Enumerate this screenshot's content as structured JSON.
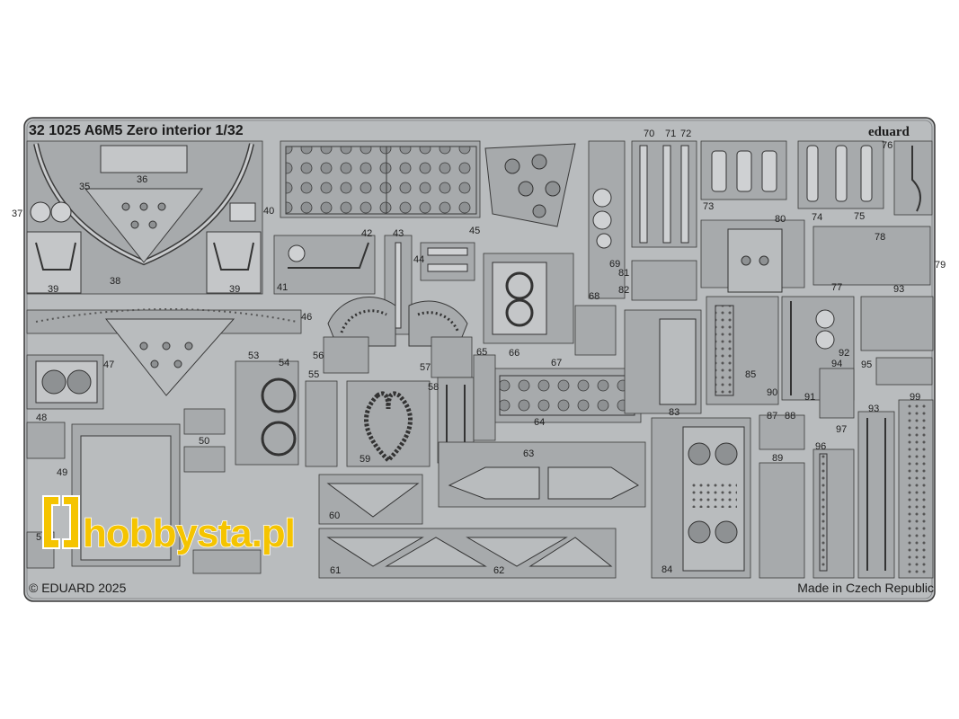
{
  "header": {
    "title": "32 1025 A6M5 Zero interior 1/32",
    "brand": "eduard"
  },
  "footer": {
    "copyright": "© EDUARD 2025",
    "origin": "Made in Czech Republic"
  },
  "watermark": {
    "text": "hobbysta.pl",
    "color": "#f5c400",
    "icon": "bracket-logo-icon"
  },
  "colors": {
    "fret": "#b9bcbe",
    "part": "#a7aaac",
    "outline": "#3a3a3a",
    "hole": "#8e9193"
  },
  "part_numbers": [
    "35",
    "36",
    "37",
    "38",
    "39",
    "39",
    "40",
    "41",
    "42",
    "43",
    "44",
    "45",
    "46",
    "47",
    "48",
    "49",
    "50",
    "51",
    "53",
    "54",
    "55",
    "56",
    "57",
    "58",
    "59",
    "60",
    "61",
    "62",
    "63",
    "64",
    "65",
    "66",
    "67",
    "68",
    "69",
    "70",
    "71",
    "72",
    "73",
    "74",
    "75",
    "76",
    "77",
    "78",
    "79",
    "80",
    "81",
    "82",
    "83",
    "84",
    "85",
    "87",
    "88",
    "89",
    "90",
    "91",
    "92",
    "93",
    "93",
    "94",
    "95",
    "96",
    "97",
    "99"
  ]
}
